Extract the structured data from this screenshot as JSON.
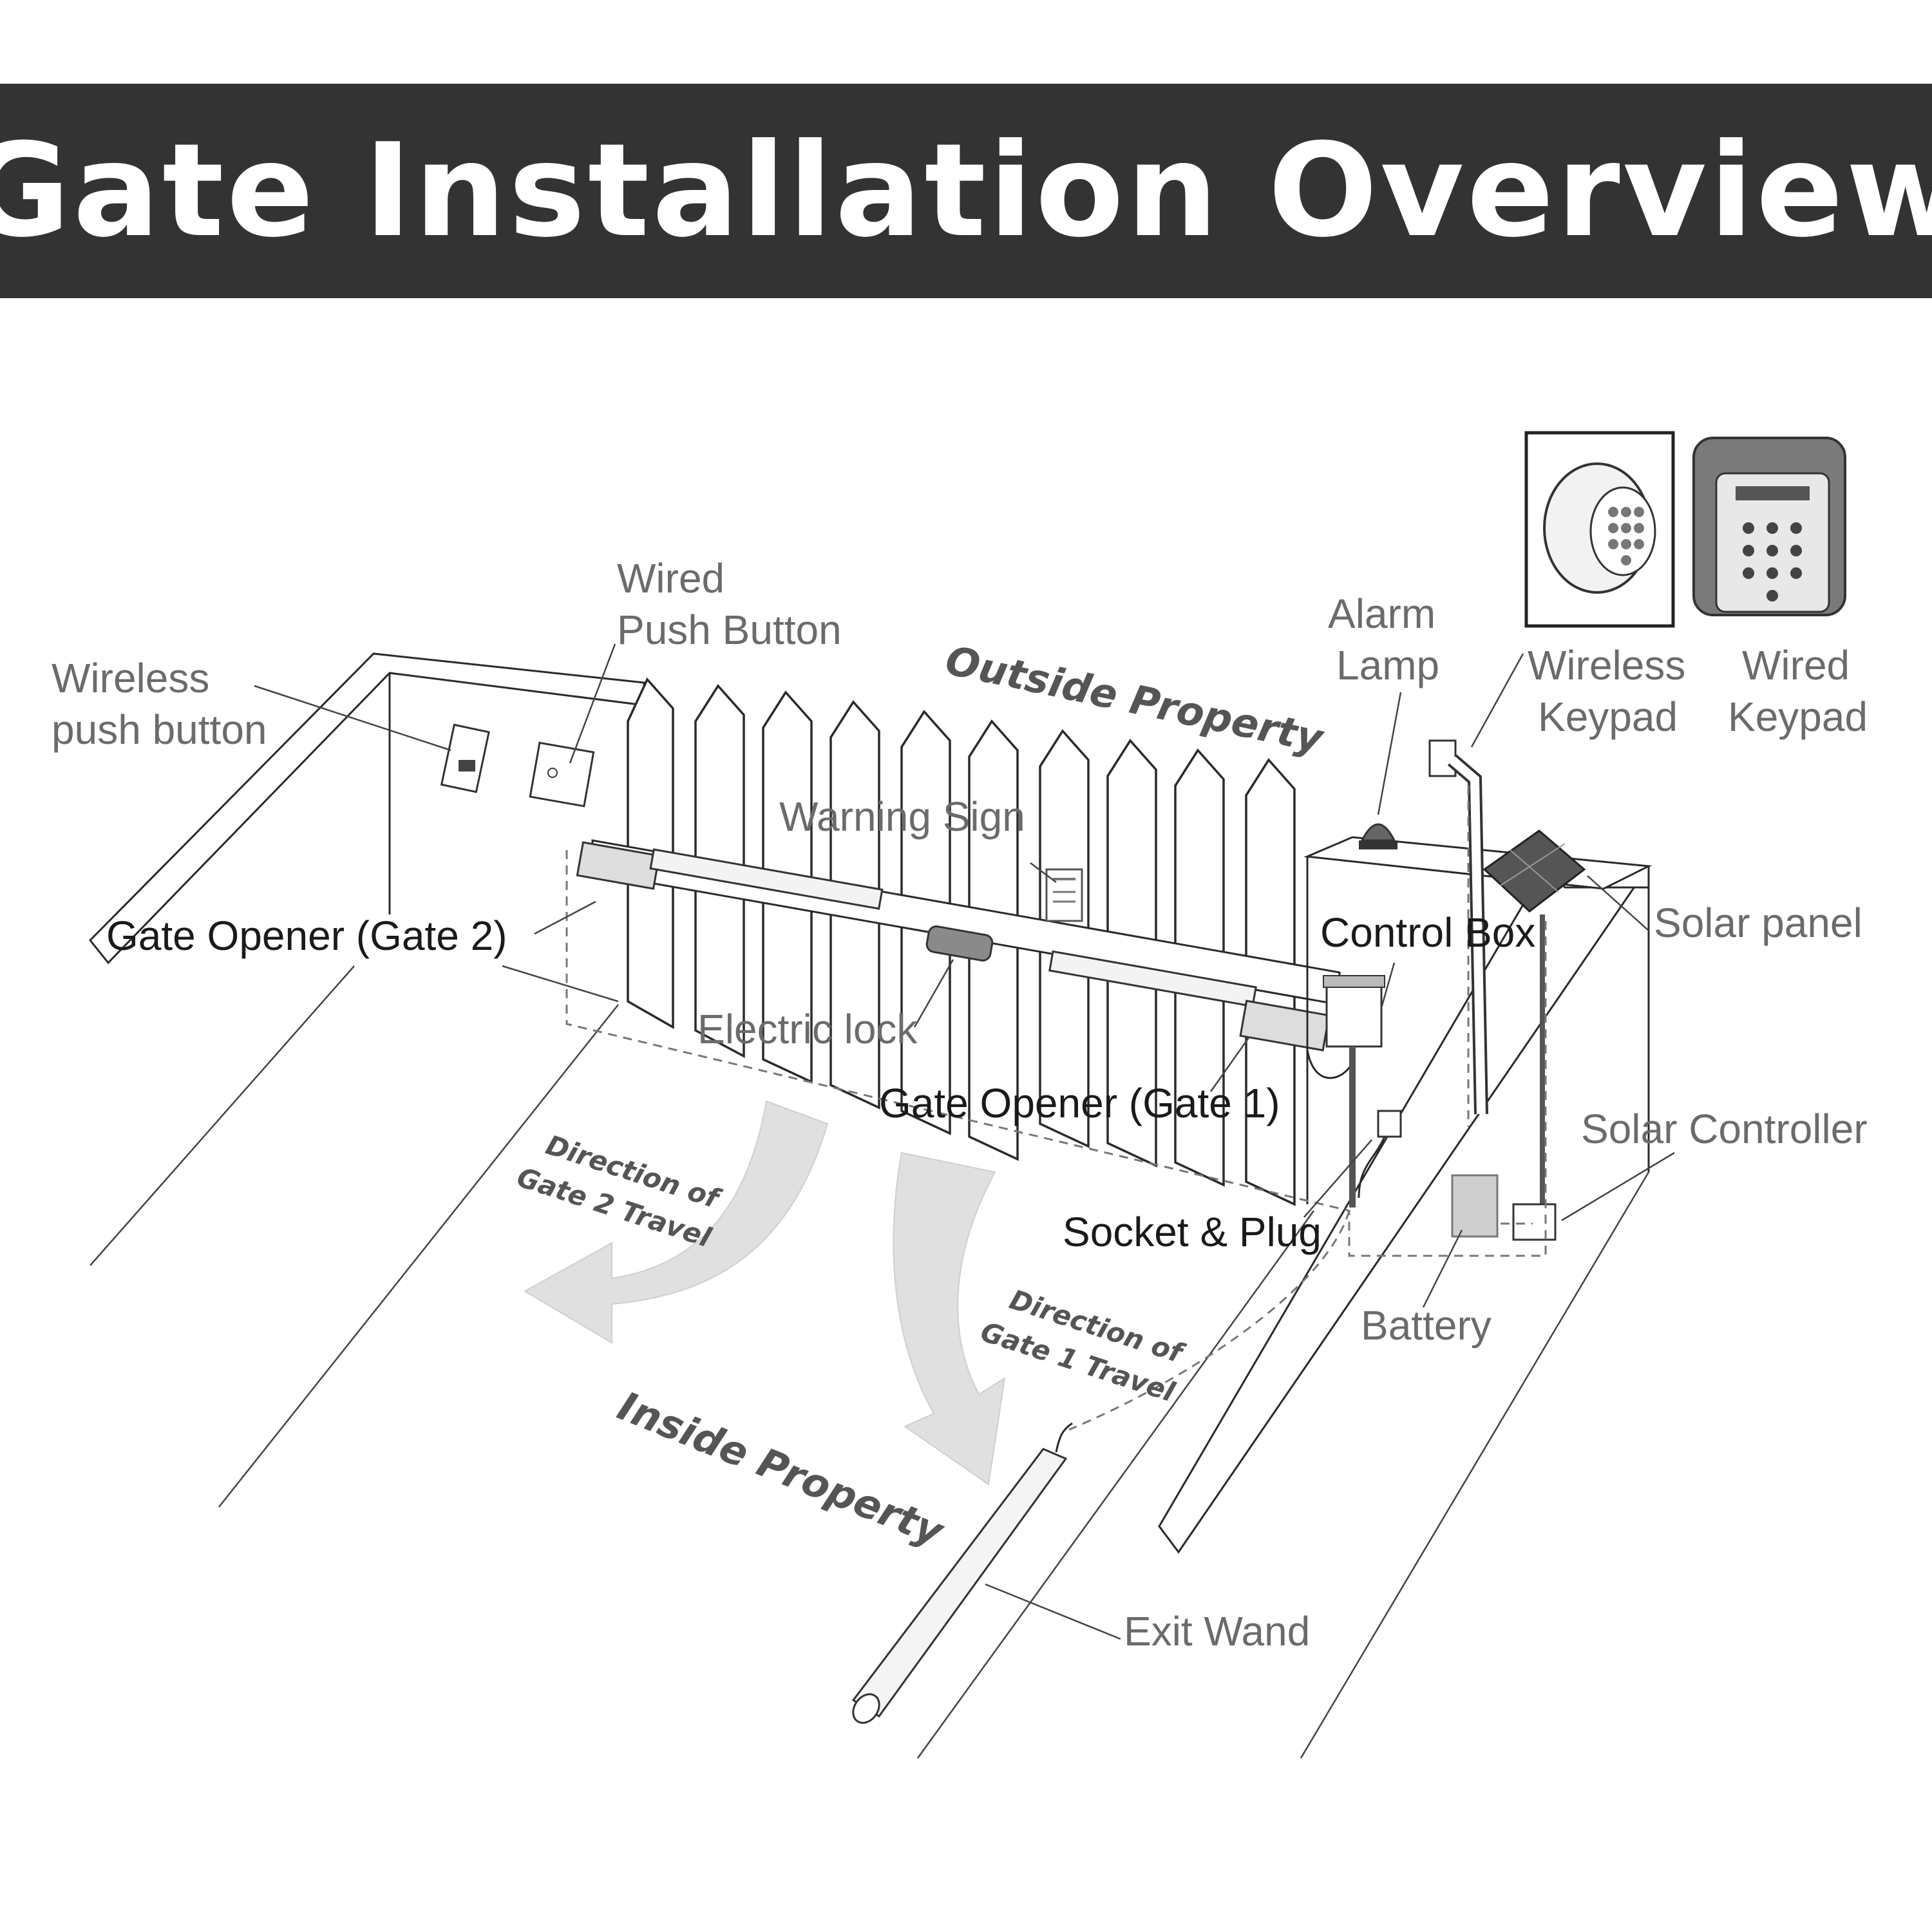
{
  "title": "Gate Installation Overview",
  "labels": {
    "wireless_push_button_1": "Wireless",
    "wireless_push_button_2": "push button",
    "wired_push_button_1": "Wired",
    "wired_push_button_2": "Push Button",
    "outside_property": "Outside Property",
    "alarm_lamp_1": "Alarm",
    "alarm_lamp_2": "Lamp",
    "wireless_keypad_1": "Wireless",
    "wireless_keypad_2": "Keypad",
    "wired_keypad_1": "Wired",
    "wired_keypad_2": "Keypad",
    "warning_sign": "Warning Sign",
    "gate_opener_2": "Gate Opener (Gate 2)",
    "control_box": "Control Box",
    "solar_panel": "Solar panel",
    "electric_lock": "Electric lock",
    "gate_opener_1": "Gate Opener (Gate 1)",
    "solar_controller": "Solar Controller",
    "direction_gate2_1": "Direction of",
    "direction_gate2_2": "Gate 2 Travel",
    "socket_plug": "Socket & Plug",
    "battery": "Battery",
    "direction_gate1_1": "Direction of",
    "direction_gate1_2": "Gate 1 Travel",
    "inside_property": "Inside Property",
    "exit_wand": "Exit Wand"
  },
  "colors": {
    "banner_bg": "#333333",
    "banner_text": "#ffffff",
    "label_grey": "#6b6b6b",
    "label_dark": "#1a1a1a"
  }
}
